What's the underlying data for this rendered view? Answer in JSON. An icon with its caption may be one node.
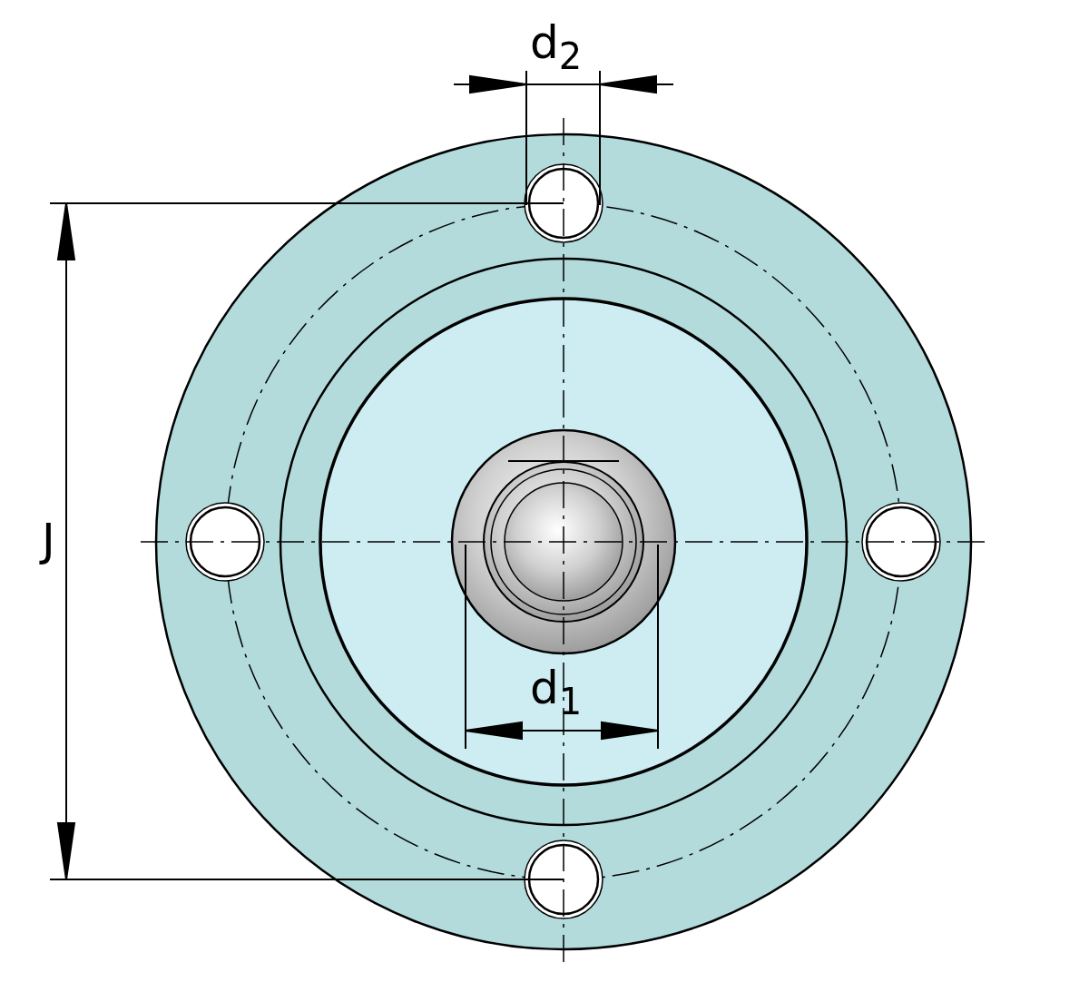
{
  "diagram": {
    "labels": [
      "d$_{2}$",
      "J",
      "d$_{1}$"
    ]
  }
}
